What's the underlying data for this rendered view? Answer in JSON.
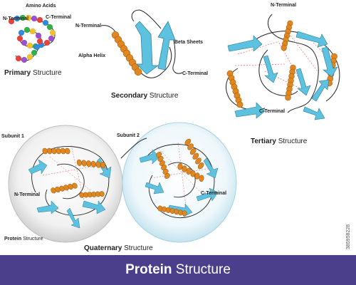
{
  "primary": {
    "amino_label": "Amino Acids",
    "n_terminal": "N-Terminal",
    "c_terminal": "C-Terminal",
    "title_bold": "Primary",
    "title_rest": " Structure",
    "bead_colors": [
      "#e8433a",
      "#2f8be0",
      "#32b04a",
      "#f2c12e",
      "#9c4fd1"
    ]
  },
  "secondary": {
    "n_terminal": "N-Terminal",
    "alpha_helix": "Alpha Helix",
    "beta_sheets": "Beta Sheets",
    "c_terminal": "C-Terminal",
    "title_bold": "Secondary",
    "title_rest": " Structure"
  },
  "tertiary": {
    "n_terminal": "N-Terminal",
    "c_terminal": "C-Terminal",
    "title_bold": "Tertiary",
    "title_rest": " Structure"
  },
  "quaternary": {
    "subunit1": "Subunit 1",
    "subunit2": "Subunit 2",
    "n_terminal": "N-Terminal",
    "c_terminal": "C-Terminal",
    "protein_label_bold": "Protein",
    "protein_label_rest": " Structure",
    "title_bold": "Quaternary",
    "title_rest": " Structure"
  },
  "footer": {
    "title_bold": "Protein",
    "title_rest": " Structure",
    "bg_color": "#4b3f8c"
  },
  "watermark": "385958228",
  "colors": {
    "helix": "#e0881f",
    "sheet": "#5cc2e0",
    "backbone": "#222222",
    "hbond": "#e05555"
  }
}
